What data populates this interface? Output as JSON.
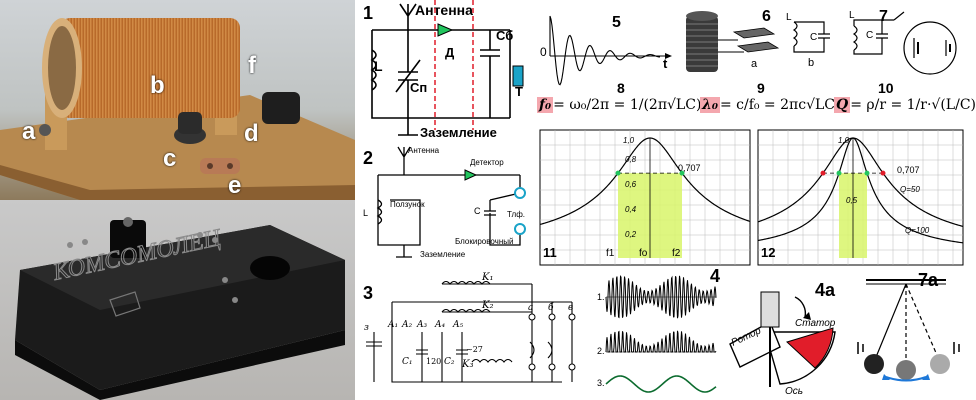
{
  "photo_top": {
    "labels": {
      "a": "a",
      "b": "b",
      "c": "c",
      "d": "d",
      "e": "e",
      "f": "f"
    }
  },
  "photo_bottom": {
    "brand": "КОМСОМОЛЕЦ"
  },
  "fig1": {
    "number": "1",
    "antenna": "Антенна",
    "L": "L",
    "Cp": "Сп",
    "D": "Д",
    "Cb": "Сб",
    "T": "Т",
    "ground": "Заземление"
  },
  "fig2": {
    "number": "2",
    "antenna": "Антенна",
    "detector": "Детектор",
    "slider": "Ползунок",
    "L": "L",
    "C": "С",
    "phones": "Тлф.",
    "block": "Блокировочный",
    "ground": "Заземление"
  },
  "fig3": {
    "number": "3",
    "K1": "K₁",
    "K2": "K₂",
    "K3": "K₃",
    "C1": "C₁",
    "C2": "C₂",
    "v120": "120",
    "v27": "~27",
    "a": "а",
    "b": "б",
    "v": "в",
    "z": "з",
    "A1": "A₁",
    "A2": "A₂",
    "A3": "A₃",
    "A4": "A₄",
    "A5": "A₅"
  },
  "fig4": {
    "number": "4",
    "r1": "1.",
    "r2": "2.",
    "r3": "3."
  },
  "fig4a": {
    "number": "4а",
    "rotor": "Ротор",
    "stator": "Статор",
    "axis": "Ось"
  },
  "fig5": {
    "number": "5",
    "zero": "0",
    "t": "t"
  },
  "fig6": {
    "number": "6",
    "a": "а"
  },
  "fig7": {
    "number": "7",
    "L": "L",
    "C": "C"
  },
  "fig7b": {
    "L": "L",
    "C": "C",
    "b": "b"
  },
  "fig7a": {
    "number": "7а"
  },
  "formulas": {
    "n8": "8",
    "n9": "9",
    "n10": "10",
    "f0": "f₀",
    "eq1": "= ω₀/2π = 1/(2π√LC)",
    "lambda": "λ₀",
    "eq2": "= c/f₀ = 2πc√LC",
    "Q": "Q",
    "eq3": "= ρ/r = 1/r·√(L/C)"
  },
  "fig11": {
    "number": "11",
    "y_ticks": [
      "1,0",
      "0,8",
      "0,6",
      "0,4",
      "0,2"
    ],
    "level": "0,707",
    "f1": "f1",
    "f0": "fo",
    "f2": "f2"
  },
  "fig12": {
    "number": "12",
    "y_ticks": [
      "1,0",
      "0,5"
    ],
    "level": "0,707",
    "q50": "Q=50",
    "q100": "Q=100"
  },
  "colors": {
    "band": "#d8f56a",
    "pink": "#f4a7ae",
    "diode": "#22c55e",
    "phone": "#1aa3c8",
    "red": "#e11d2a"
  }
}
